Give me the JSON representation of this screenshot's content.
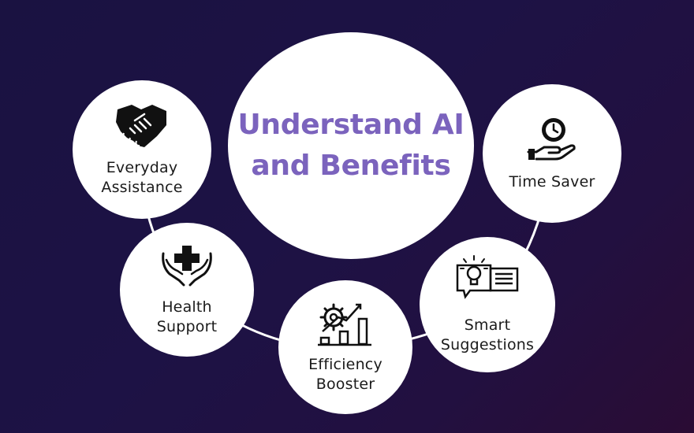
{
  "title": "Understand AI\nand Benefits",
  "items": [
    {
      "label": "Everyday\nAssistance",
      "icon": "handshake-icon"
    },
    {
      "label": "Health\nSupport",
      "icon": "health-care-hands-icon"
    },
    {
      "label": "Efficiency\nBooster",
      "icon": "gear-growth-chart-icon"
    },
    {
      "label": "Smart\nSuggestions",
      "icon": "lightbulb-message-icon"
    },
    {
      "label": "Time Saver",
      "icon": "clock-hand-icon"
    }
  ],
  "colors": {
    "background": "#1d1245",
    "node_fill": "#ffffff",
    "title": "#7b63bd",
    "connector": "#ffffff"
  }
}
